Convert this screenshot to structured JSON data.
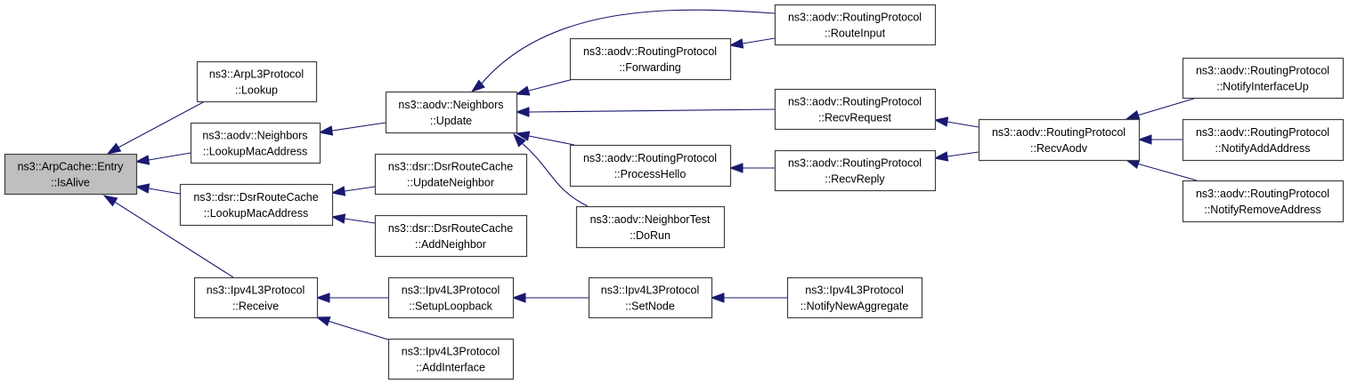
{
  "diagram": {
    "type": "call-graph",
    "edge_color": "#191970",
    "root_fill": "#bfbfbf",
    "node_fill": "#ffffff",
    "nodes": [
      {
        "id": "isalive",
        "line1": "ns3::ArpCache::Entry",
        "line2": "::IsAlive",
        "root": true
      },
      {
        "id": "arp_lookup",
        "line1": "ns3::ArpL3Protocol",
        "line2": "::Lookup"
      },
      {
        "id": "nb_lookupmac",
        "line1": "ns3::aodv::Neighbors",
        "line2": "::LookupMacAddress"
      },
      {
        "id": "dsr_lookupmac",
        "line1": "ns3::dsr::DsrRouteCache",
        "line2": "::LookupMacAddress"
      },
      {
        "id": "ipv4_receive",
        "line1": "ns3::Ipv4L3Protocol",
        "line2": "::Receive"
      },
      {
        "id": "nb_update",
        "line1": "ns3::aodv::Neighbors",
        "line2": "::Update"
      },
      {
        "id": "dsr_updateneighbor",
        "line1": "ns3::dsr::DsrRouteCache",
        "line2": "::UpdateNeighbor"
      },
      {
        "id": "dsr_addneighbor",
        "line1": "ns3::dsr::DsrRouteCache",
        "line2": "::AddNeighbor"
      },
      {
        "id": "ipv4_setuploopback",
        "line1": "ns3::Ipv4L3Protocol",
        "line2": "::SetupLoopback"
      },
      {
        "id": "ipv4_addinterface",
        "line1": "ns3::Ipv4L3Protocol",
        "line2": "::AddInterface"
      },
      {
        "id": "rp_forwarding",
        "line1": "ns3::aodv::RoutingProtocol",
        "line2": "::Forwarding"
      },
      {
        "id": "rp_processhello",
        "line1": "ns3::aodv::RoutingProtocol",
        "line2": "::ProcessHello"
      },
      {
        "id": "nt_dorun",
        "line1": "ns3::aodv::NeighborTest",
        "line2": "::DoRun"
      },
      {
        "id": "ipv4_setnode",
        "line1": "ns3::Ipv4L3Protocol",
        "line2": "::SetNode"
      },
      {
        "id": "rp_routeinput",
        "line1": "ns3::aodv::RoutingProtocol",
        "line2": "::RouteInput"
      },
      {
        "id": "rp_recvrequest",
        "line1": "ns3::aodv::RoutingProtocol",
        "line2": "::RecvRequest"
      },
      {
        "id": "rp_recvreply",
        "line1": "ns3::aodv::RoutingProtocol",
        "line2": "::RecvReply"
      },
      {
        "id": "ipv4_notifynewaggregate",
        "line1": "ns3::Ipv4L3Protocol",
        "line2": "::NotifyNewAggregate"
      },
      {
        "id": "rp_recvaodv",
        "line1": "ns3::aodv::RoutingProtocol",
        "line2": "::RecvAodv"
      },
      {
        "id": "rp_notifyinterfaceup",
        "line1": "ns3::aodv::RoutingProtocol",
        "line2": "::NotifyInterfaceUp"
      },
      {
        "id": "rp_notifyaddaddress",
        "line1": "ns3::aodv::RoutingProtocol",
        "line2": "::NotifyAddAddress"
      },
      {
        "id": "rp_notifyremoveaddress",
        "line1": "ns3::aodv::RoutingProtocol",
        "line2": "::NotifyRemoveAddress"
      }
    ],
    "edges": [
      {
        "from": "arp_lookup",
        "to": "isalive"
      },
      {
        "from": "nb_lookupmac",
        "to": "isalive"
      },
      {
        "from": "dsr_lookupmac",
        "to": "isalive"
      },
      {
        "from": "ipv4_receive",
        "to": "isalive"
      },
      {
        "from": "nb_update",
        "to": "nb_lookupmac"
      },
      {
        "from": "dsr_updateneighbor",
        "to": "dsr_lookupmac"
      },
      {
        "from": "dsr_addneighbor",
        "to": "dsr_lookupmac"
      },
      {
        "from": "ipv4_setuploopback",
        "to": "ipv4_receive"
      },
      {
        "from": "ipv4_addinterface",
        "to": "ipv4_receive"
      },
      {
        "from": "rp_routeinput",
        "to": "nb_update"
      },
      {
        "from": "rp_forwarding",
        "to": "nb_update"
      },
      {
        "from": "rp_recvrequest",
        "to": "nb_update"
      },
      {
        "from": "rp_processhello",
        "to": "nb_update"
      },
      {
        "from": "nt_dorun",
        "to": "nb_update"
      },
      {
        "from": "rp_routeinput",
        "to": "rp_forwarding"
      },
      {
        "from": "rp_recvreply",
        "to": "rp_processhello"
      },
      {
        "from": "ipv4_setnode",
        "to": "ipv4_setuploopback"
      },
      {
        "from": "ipv4_notifynewaggregate",
        "to": "ipv4_setnode"
      },
      {
        "from": "rp_recvaodv",
        "to": "rp_recvrequest"
      },
      {
        "from": "rp_recvaodv",
        "to": "rp_recvreply"
      },
      {
        "from": "rp_notifyinterfaceup",
        "to": "rp_recvaodv"
      },
      {
        "from": "rp_notifyaddaddress",
        "to": "rp_recvaodv"
      },
      {
        "from": "rp_notifyremoveaddress",
        "to": "rp_recvaodv"
      }
    ]
  }
}
